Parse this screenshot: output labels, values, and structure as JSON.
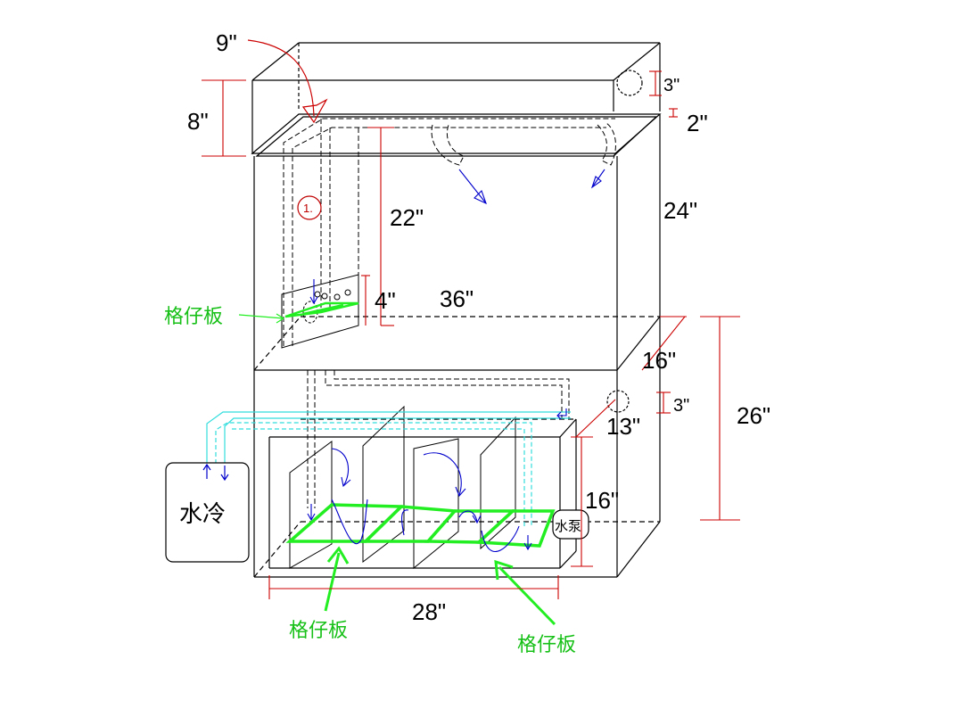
{
  "labels": {
    "top_input": "9\"",
    "top_height": "8\"",
    "outlet_size": "3\"",
    "top_gap": "2\"",
    "pipe_height": "22\"",
    "main_height": "24\"",
    "grid_height": "4\"",
    "main_length": "36\"",
    "main_depth": "16\"",
    "sump_outlet": "3\"",
    "sump_depth": "13\"",
    "cabinet_height": "26\"",
    "sump_height": "16\"",
    "sump_length": "28\"",
    "marker_one": "1.",
    "grid_plate_upper": "格仔板",
    "grid_plate_left": "格仔板",
    "grid_plate_right": "格仔板",
    "chiller": "水冷",
    "pump": "水泵"
  },
  "colors": {
    "outline": "#000000",
    "dimension": "#cc0000",
    "grid_plate": "#22ee22",
    "flow": "#0000cc",
    "cooling_pipe": "#33dddd"
  }
}
